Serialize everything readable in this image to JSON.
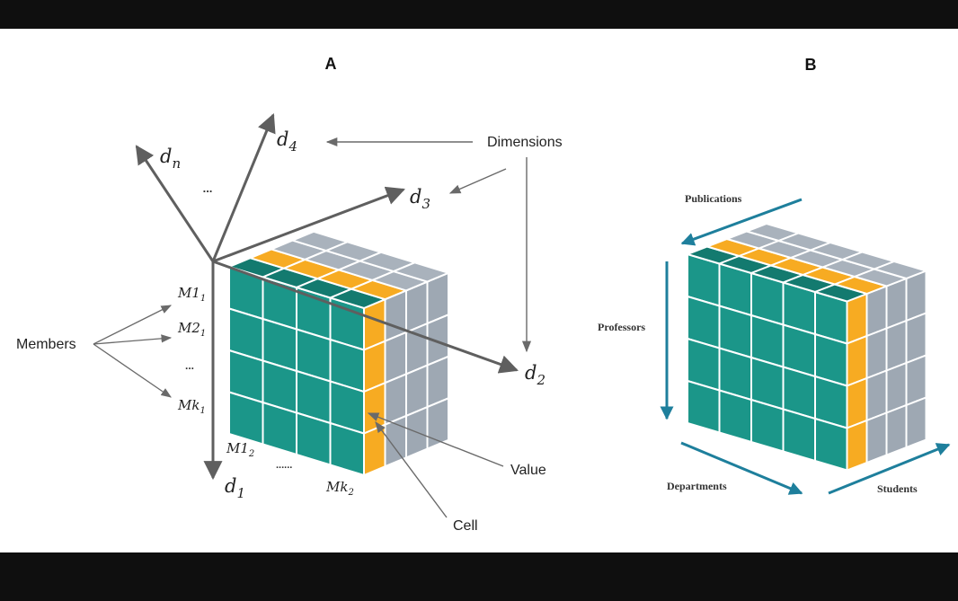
{
  "panels": [
    {
      "label": "A",
      "axes": [
        {
          "name": "d",
          "sub": "n"
        },
        {
          "name": "d",
          "sub": "4"
        },
        {
          "name": "d",
          "sub": "3"
        },
        {
          "name": "d",
          "sub": "2"
        },
        {
          "name": "d",
          "sub": "1"
        }
      ],
      "ellipsis": "...",
      "annotations": {
        "dimensions": "Dimensions",
        "members": "Members",
        "value": "Value",
        "cell": "Cell"
      },
      "members_d1": [
        {
          "name": "M1",
          "sub": "1"
        },
        {
          "name": "M2",
          "sub": "1"
        },
        {
          "name": "...",
          "sub": ""
        },
        {
          "name": "Mk",
          "sub": "1"
        }
      ],
      "members_d2": [
        {
          "name": "M1",
          "sub": "2"
        },
        {
          "name": "......",
          "sub": ""
        },
        {
          "name": "Mk",
          "sub": "2"
        }
      ]
    },
    {
      "label": "B",
      "dimensions": {
        "top": "Publications",
        "left": "Professors",
        "bottom_left": "Departments",
        "bottom_right": "Students"
      }
    }
  ],
  "colors": {
    "teal": "#1b9689",
    "teal_dark": "#137a6f",
    "orange": "#f7ab22",
    "orange_dark": "#e29410",
    "gray": "#9ea8b3",
    "gray_top": "#a9b2bc",
    "gray_dark": "#8b96a2",
    "arrow": "#5f5f5f",
    "arrow_b": "#1e7f9c"
  }
}
